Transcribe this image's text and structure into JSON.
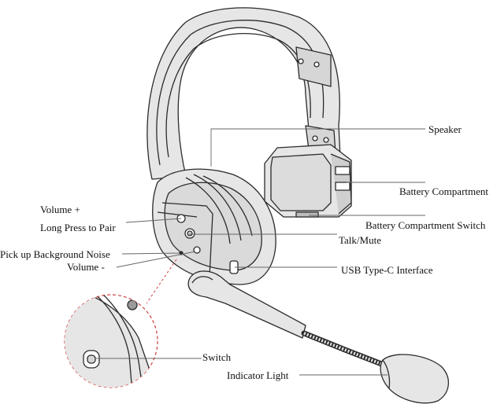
{
  "labels": {
    "speaker": "Speaker",
    "battery_compartment": "Battery Compartment",
    "battery_compartment_switch": "Battery Compartment Switch",
    "talk_mute": "Talk/Mute",
    "usb_type_c": "USB Type-C Interface",
    "volume_plus": "Volume +",
    "long_press_pair": "Long Press to Pair",
    "pickup_noise": "Pick up Background Noise",
    "volume_minus": "Volume -",
    "switch": "Switch",
    "indicator_light": "Indicator Light"
  },
  "colors": {
    "line": "#2b2b2b",
    "fill": "#e6e6e6",
    "fill_dark": "#cfcfcf",
    "leader": "#666666",
    "callout": "#d04040"
  }
}
